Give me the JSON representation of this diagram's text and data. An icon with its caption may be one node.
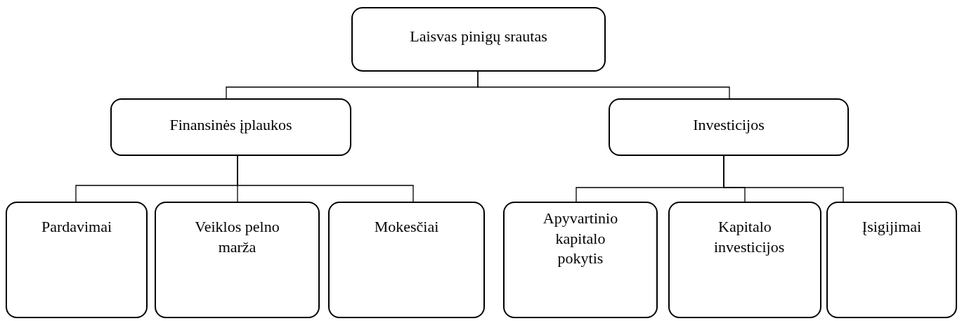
{
  "diagram": {
    "nodes": [
      {
        "text": [
          "Laisvas pinigų srautas"
        ]
      },
      {
        "text": [
          "Finansinės įplaukos"
        ]
      },
      {
        "text": [
          "Investicijos"
        ]
      },
      {
        "text": [
          "Pardavimai"
        ]
      },
      {
        "text": [
          "Veiklos pelno marža"
        ]
      },
      {
        "text": [
          "Mokesčiai"
        ]
      },
      {
        "text": [
          "Apyvartinio kapitalo pokytis"
        ]
      },
      {
        "text": [
          "Kapitalo investicijos"
        ]
      },
      {
        "text": [
          "Įsigijimai"
        ]
      }
    ],
    "edges": [
      {
        "from": 0,
        "to": 1,
        "arrow": "none"
      },
      {
        "from": 0,
        "to": 2,
        "arrow": "none"
      },
      {
        "from": 1,
        "to": 3,
        "arrow": "none"
      },
      {
        "from": 1,
        "to": 4,
        "arrow": "none"
      },
      {
        "from": 1,
        "to": 5,
        "arrow": "none"
      },
      {
        "from": 2,
        "to": 6,
        "arrow": "none"
      },
      {
        "from": 2,
        "to": 7,
        "arrow": "none"
      },
      {
        "from": 2,
        "to": 8,
        "arrow": "none"
      }
    ]
  }
}
